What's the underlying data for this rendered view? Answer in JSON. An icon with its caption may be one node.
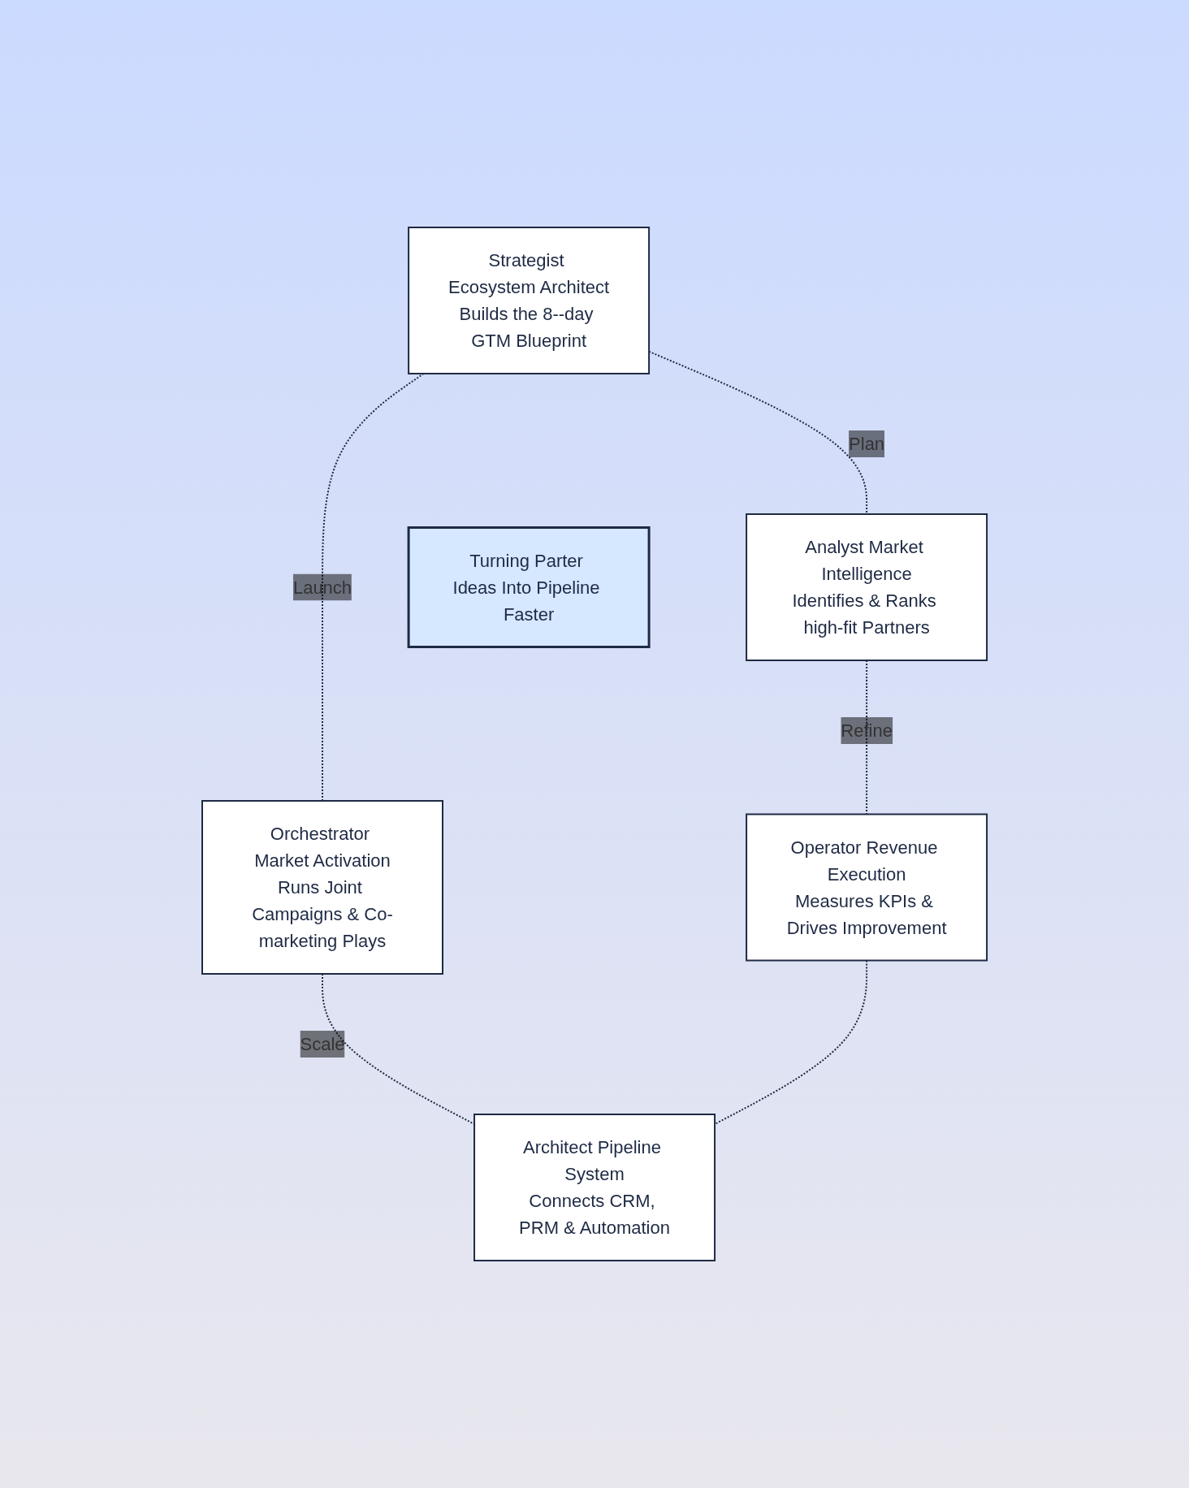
{
  "diagram": {
    "nodes": [
      {
        "text": [
          "Strategist Ecosystem Architect",
          "Builds the 8--day GTM Blueprint"
        ]
      },
      {
        "text": [
          "Analyst Market Intelligence",
          "Identifies & Ranks high-fit Partners"
        ]
      },
      {
        "text": [
          "Orchestrator Market Activation",
          "Runs Joint Campaigns & Co-marketing Plays"
        ]
      },
      {
        "text": [
          "Turning Parter Ideas Into Pipeline Faster"
        ]
      },
      {
        "text": [
          "Operator Revenue Execution",
          "Measures KPIs & Drives Improvement"
        ]
      },
      {
        "text": [
          "Architect Pipeline System",
          "Connects CRM, PRM & Automation"
        ]
      }
    ],
    "edges": [
      {
        "from": 0,
        "to": 1,
        "arrow": "none",
        "label": "Plan",
        "style": "dashed"
      },
      {
        "from": 0,
        "to": 2,
        "arrow": "none",
        "label": "Launch",
        "style": "dashed"
      },
      {
        "from": 1,
        "to": 4,
        "arrow": "none",
        "label": "Refine",
        "style": "dashed"
      },
      {
        "from": 2,
        "to": 5,
        "arrow": "none",
        "label": "Scale",
        "style": "dashed"
      },
      {
        "from": 4,
        "to": 5,
        "arrow": "none",
        "style": "dashed"
      }
    ]
  }
}
